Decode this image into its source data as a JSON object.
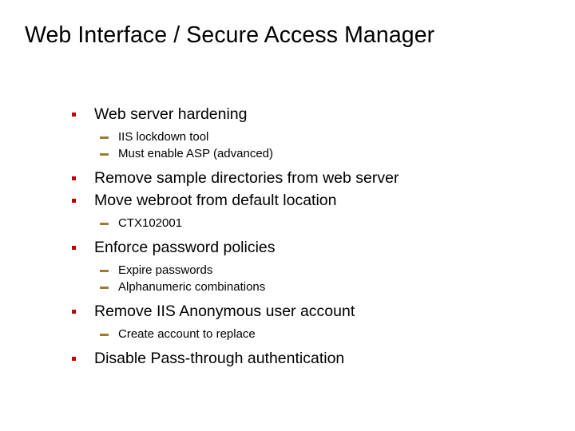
{
  "slide": {
    "title": "Web Interface / Secure Access Manager",
    "background_color": "#FFFFFF",
    "title_color": "#000000",
    "bullet_level1_color": "#C00000",
    "bullet_level2_color": "#9E7B32",
    "body_text_color": "#000000",
    "bullets": [
      {
        "level": 1,
        "text": "Web server hardening"
      },
      {
        "level": 2,
        "text": "IIS lockdown tool"
      },
      {
        "level": 2,
        "text": "Must enable ASP (advanced)"
      },
      {
        "level": 1,
        "text": "Remove sample directories from web server"
      },
      {
        "level": 1,
        "text": "Move webroot from default location"
      },
      {
        "level": 2,
        "text": "CTX102001"
      },
      {
        "level": 1,
        "text": "Enforce password policies"
      },
      {
        "level": 2,
        "text": "Expire passwords"
      },
      {
        "level": 2,
        "text": "Alphanumeric combinations"
      },
      {
        "level": 1,
        "text": "Remove IIS Anonymous user account"
      },
      {
        "level": 2,
        "text": "Create account to replace"
      },
      {
        "level": 1,
        "text": "Disable Pass-through authentication"
      }
    ]
  }
}
